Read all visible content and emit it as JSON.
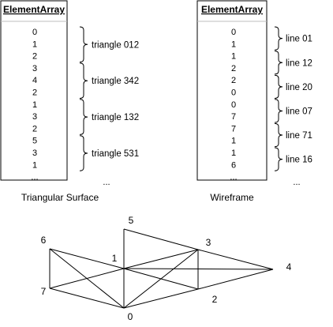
{
  "tables": [
    {
      "header": "ElementArray",
      "values": [
        "0",
        "1",
        "2",
        "3",
        "4",
        "2",
        "1",
        "3",
        "2",
        "5",
        "3",
        "1",
        "..."
      ],
      "groups": [
        {
          "label": "triangle 012",
          "start": 0,
          "end": 2
        },
        {
          "label": "triangle 342",
          "start": 3,
          "end": 5
        },
        {
          "label": "triangle 132",
          "start": 6,
          "end": 8
        },
        {
          "label": "triangle 531",
          "start": 9,
          "end": 11
        }
      ],
      "continuation": "...",
      "caption": "Triangular Surface"
    },
    {
      "header": "ElementArray",
      "values": [
        "0",
        "1",
        "1",
        "2",
        "2",
        "0",
        "0",
        "7",
        "7",
        "1",
        "1",
        "6",
        "..."
      ],
      "groups": [
        {
          "label": "line 01",
          "start": 0,
          "end": 1
        },
        {
          "label": "line 12",
          "start": 2,
          "end": 3
        },
        {
          "label": "line 20",
          "start": 4,
          "end": 5
        },
        {
          "label": "line 07",
          "start": 6,
          "end": 7
        },
        {
          "label": "line 71",
          "start": 8,
          "end": 9
        },
        {
          "label": "line 16",
          "start": 10,
          "end": 11
        }
      ],
      "continuation": "...",
      "caption": "Wireframe"
    }
  ],
  "mesh": {
    "vertices": [
      {
        "id": "0",
        "label": "0"
      },
      {
        "id": "1",
        "label": "1"
      },
      {
        "id": "2",
        "label": "2"
      },
      {
        "id": "3",
        "label": "3"
      },
      {
        "id": "4",
        "label": "4"
      },
      {
        "id": "5",
        "label": "5"
      },
      {
        "id": "6",
        "label": "6"
      },
      {
        "id": "7",
        "label": "7"
      }
    ],
    "edges": [
      [
        "6",
        "7"
      ],
      [
        "7",
        "0"
      ],
      [
        "0",
        "2"
      ],
      [
        "2",
        "4"
      ],
      [
        "4",
        "3"
      ],
      [
        "3",
        "5"
      ],
      [
        "5",
        "1"
      ],
      [
        "1",
        "6"
      ],
      [
        "7",
        "1"
      ],
      [
        "1",
        "3"
      ],
      [
        "5",
        "0"
      ],
      [
        "1",
        "2"
      ],
      [
        "6",
        "0"
      ],
      [
        "0",
        "3"
      ],
      [
        "1",
        "4"
      ],
      [
        "3",
        "2"
      ]
    ]
  }
}
